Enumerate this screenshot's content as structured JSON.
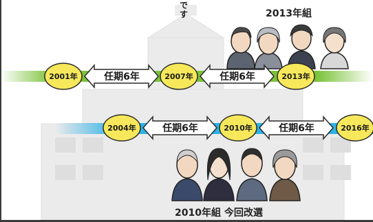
{
  "vertical_note": "です",
  "groups": {
    "top": "2013年組",
    "bottom": "2010年組 今回改選"
  },
  "term_label": "任期6年",
  "top_row": {
    "years": [
      "2001年",
      "2007年",
      "2013年"
    ],
    "bar_color": "#7cc23a"
  },
  "bottom_row": {
    "years": [
      "2004年",
      "2010年",
      "2016年"
    ],
    "bar_color": "#2fb1e6"
  },
  "colors": {
    "year_circle": "#f6e85a",
    "arrow_fill": "#ffffff",
    "arrow_stroke": "#2a2a2a",
    "building": "#e9e9e9"
  }
}
